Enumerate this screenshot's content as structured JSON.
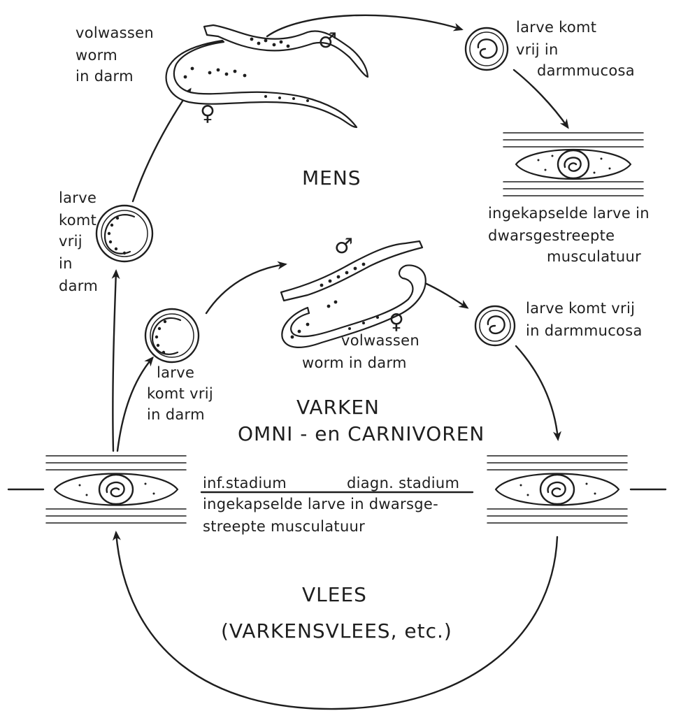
{
  "labels": {
    "human_adult_worm": [
      "volwassen",
      "worm",
      "in darm"
    ],
    "human_larva_mucosa": [
      "larve komt",
      "vrij in",
      "darmmucosa"
    ],
    "human_title": "MENS",
    "human_cyst": [
      "ingekapselde larve in",
      "dwarsgestreepte",
      "musculatuur"
    ],
    "human_larva_gut": [
      "larve",
      "komt",
      "vrij",
      "in",
      "darm"
    ],
    "pig_larva_mucosa": [
      "larve komt vrij",
      "in darmmucosa"
    ],
    "pig_adult_worm": [
      "volwassen",
      "worm in darm"
    ],
    "pig_larva_gut": [
      "larve",
      "komt vrij",
      "in darm"
    ],
    "pig_title": "VARKEN",
    "pig_subtitle": "OMNI - en CARNIVOREN",
    "inf_stage": "inf.stadium",
    "diagn_stage": "diagn. stadium",
    "cyst_caption": [
      "ingekapselde larve in dwarsge-",
      "streepte musculatuur"
    ],
    "meat_title": "VLEES",
    "meat_subtitle": "(VARKENSVLEES, etc.)"
  },
  "symbols": {
    "male": "♂",
    "female": "♀"
  }
}
